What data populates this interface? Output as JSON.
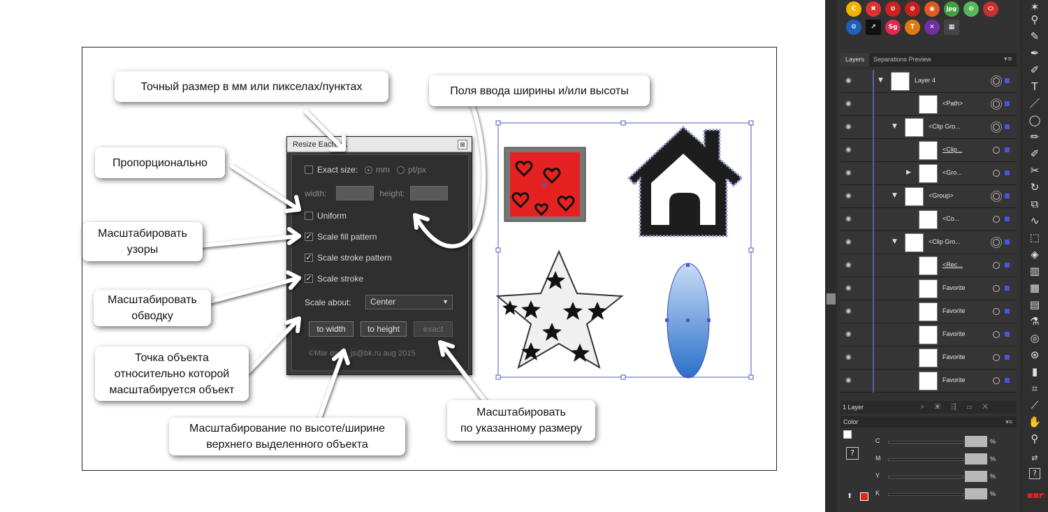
{
  "callouts": {
    "exact_size": "Точный размер в мм или пикселах/пунктах",
    "fields": "Поля ввода ширины и/или высоты",
    "proportional": "Пропорционально",
    "scale_patterns": "Масштабировать\nузоры",
    "scale_stroke": "Масштабировать\nобводку",
    "anchor_point": "Точка объекта\nотносительно которой\nмасштабируется объект",
    "scale_by_top": "Масштабирование по высоте/ширине\nверхнего выделенного объекта",
    "scale_exact": "Масштабировать\nпо указанному размеру"
  },
  "dialog": {
    "title": "Resize Each v.1",
    "close": "⊠",
    "exact_size_label": "Exact size:",
    "mm_label": "mm",
    "ptpx_label": "pt/px",
    "width_label": "width:",
    "height_label": "height:",
    "uniform_label": "Uniform",
    "scale_fill_label": "Scale fill pattern",
    "scale_stroke_pattern_label": "Scale stroke pattern",
    "scale_stroke_label": "Scale stroke",
    "scale_about_label": "Scale about:",
    "scale_about_value": "Center",
    "to_width": "to width",
    "to_height": "to height",
    "exact": "exact",
    "copyright": "©Mar  ev m_js@bk.ru aug 2015",
    "check": "✓"
  },
  "layers_panel": {
    "tab_layers": "Layers",
    "tab_separations": "Separations Preview",
    "menu": "▾≡",
    "rows": [
      {
        "name": "Layer 4",
        "indent": 0,
        "expanded": true,
        "underline": false
      },
      {
        "name": "<Path>",
        "indent": 2,
        "expanded": false,
        "underline": false
      },
      {
        "name": "<Clip Gro...",
        "indent": 1,
        "expanded": true,
        "underline": false
      },
      {
        "name": "<Clip...",
        "indent": 2,
        "expanded": false,
        "underline": true
      },
      {
        "name": "<Gro...",
        "indent": 2,
        "expanded": false,
        "underline": false
      },
      {
        "name": "<Group>",
        "indent": 1,
        "expanded": true,
        "underline": false
      },
      {
        "name": "<Co...",
        "indent": 2,
        "expanded": false,
        "underline": false
      },
      {
        "name": "<Clip Gro...",
        "indent": 1,
        "expanded": true,
        "underline": false
      },
      {
        "name": "<Rec...",
        "indent": 2,
        "expanded": false,
        "underline": true
      },
      {
        "name": "Favorite",
        "indent": 2,
        "expanded": false,
        "underline": false
      },
      {
        "name": "Favorite",
        "indent": 2,
        "expanded": false,
        "underline": false
      },
      {
        "name": "Favorite",
        "indent": 2,
        "expanded": false,
        "underline": false
      },
      {
        "name": "Favorite",
        "indent": 2,
        "expanded": false,
        "underline": false
      },
      {
        "name": "Favorite",
        "indent": 2,
        "expanded": false,
        "underline": false
      }
    ],
    "footer": "1 Layer"
  },
  "color_panel": {
    "title": "Color",
    "menu": "▾≡",
    "channels": [
      "C",
      "M",
      "Y",
      "K"
    ],
    "pct": "%"
  },
  "colors": {
    "accent_blue": "#4656e0",
    "dialog_bg": "#3c3c3c",
    "panel_bg": "#323232",
    "red_swatch": "#e52222"
  },
  "icons": {
    "top_row": [
      "C",
      "✖",
      "⊘",
      "⊘",
      "◉",
      "jpg",
      "⊖",
      "⬭"
    ],
    "second_row": [
      "⚙",
      "↗",
      "Sg",
      "T",
      "✕",
      "▦"
    ]
  }
}
